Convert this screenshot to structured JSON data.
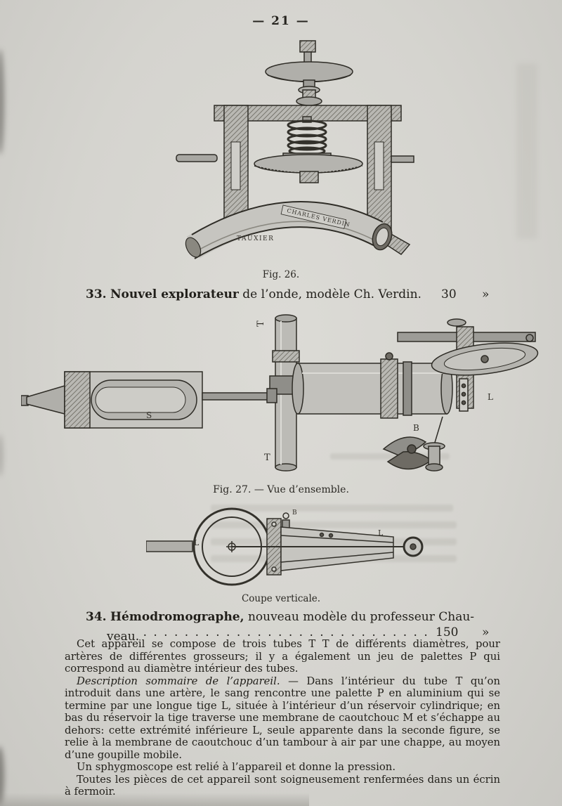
{
  "page": {
    "number": "— 21 —"
  },
  "fig26": {
    "caption": "Fig. 26.",
    "tube_label": "CHARLES VERDIN",
    "engraver_label": "TAUXIER"
  },
  "item33": {
    "number": "33.",
    "name": "Nouvel explorateur",
    "rest": " de l’onde, modèle Ch. Verdin.",
    "price": "30",
    "price_mark": "»"
  },
  "fig27": {
    "caption": "Fig. 27. — Vue d’ensemble.",
    "labels": {
      "tube_top": "T",
      "tube_bottom": "T",
      "syringe": "S",
      "clip": "B",
      "strip": "L"
    }
  },
  "coupe": {
    "caption": "Coupe verticale.",
    "labels": {
      "left": "L",
      "top": "B",
      "right": "L"
    }
  },
  "item34": {
    "number": "34.",
    "name": "Hémodromographe,",
    "rest": " nouveau modèle du professeur Chau-",
    "line2_start": "veau.",
    "leader": ". . . . . . . . . . . . . . . . . . . . . . . . . . . . . . . . . . . . . . . . . . . . . . . . . . . . . . . . . . . .",
    "price": "150",
    "price_mark": "»"
  },
  "body": {
    "p1": "Cet appareil se compose de trois tubes T T de différents diamètres, pour artères de différentes grosseurs; il y a également un jeu de palettes P qui correspond au diamètre intérieur des tubes.",
    "p2_lead": "Description sommaire de l’appareil.",
    "p2_rest": " — Dans l’intérieur du tube T qu’on introduit dans une artère, le sang rencontre une palette P en aluminium qui se termine par une longue tige L, située à l’intérieur d’un réservoir cylindrique; en bas du réservoir la tige traverse une membrane de caoutchouc M et s’échappe au dehors: cette extrémité inférieure L, seule apparente dans la seconde figure, se relie à la membrane de caoutchouc d’un tambour à air par une chappe, au moyen d’une goupille mobile.",
    "p3": "Un sphygmoscope est relié à l’appareil et donne la pression.",
    "p4": "Toutes les pièces de cet appareil sont soigneusement renfermées dans un écrin à fermoir."
  }
}
